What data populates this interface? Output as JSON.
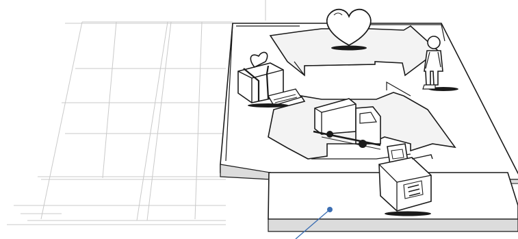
{
  "canvas": {
    "background": "#ffffff",
    "ink": "#1a1a1a",
    "ghost_line_color": "#c9c9c9",
    "flow_fill": "#f3f3f3",
    "board_fill": "#ffffff",
    "board_edge": "#dcdcdc",
    "pointer_color": "#3d6fb3"
  },
  "illustration": {
    "blocks": [
      {
        "id": "customer-relationships",
        "icon": "heart-icon"
      },
      {
        "id": "customer-segments",
        "icon": "person-icon"
      },
      {
        "id": "value-proposition",
        "icon": "gift-box-icon"
      },
      {
        "id": "channels",
        "icon": "delivery-truck-icon"
      },
      {
        "id": "revenue-streams",
        "icon": "cash-register-icon"
      },
      {
        "id": "revenue-streams-card",
        "icon": "pointer-dot-icon"
      }
    ],
    "arrows": [
      "top-loop-arrow",
      "bottom-loop-arrow"
    ]
  }
}
